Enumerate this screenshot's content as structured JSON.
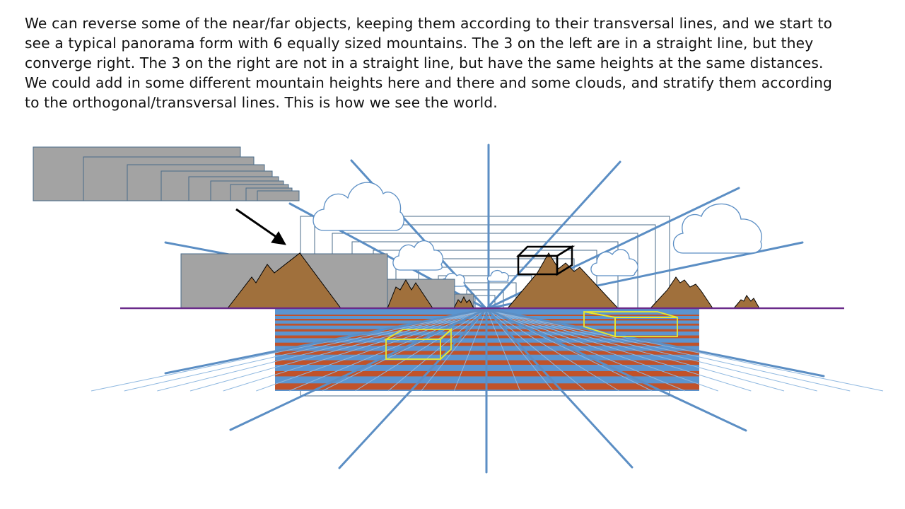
{
  "slide": {
    "caption": "We can reverse some of the near/far objects, keeping them according to their transversal lines, and we start to\nsee a typical panorama form with 6 equally sized mountains.  The 3 on the left are in a straight line, but they\nconverge right.  The 3 on the right are not in a straight line, but have the same heights at the same distances.\nWe could add in some different mountain heights here and there and some clouds, and stratify them according\nto the orthogonal/transversal lines.  This is how we see the world."
  },
  "colors": {
    "ray": "#5b8ec4",
    "grid_blue": "#5b95d0",
    "grid_stripe": "#c0522a",
    "horizon": "#6a2a8a",
    "mountain": "#a0703c",
    "gray_block": "#a3a3a3",
    "frame_line": "#4a6b8a",
    "box_yellow": "#e8e830",
    "arrow": "#000000"
  },
  "icons": [
    "arrow",
    "cloud",
    "mountain",
    "box"
  ]
}
